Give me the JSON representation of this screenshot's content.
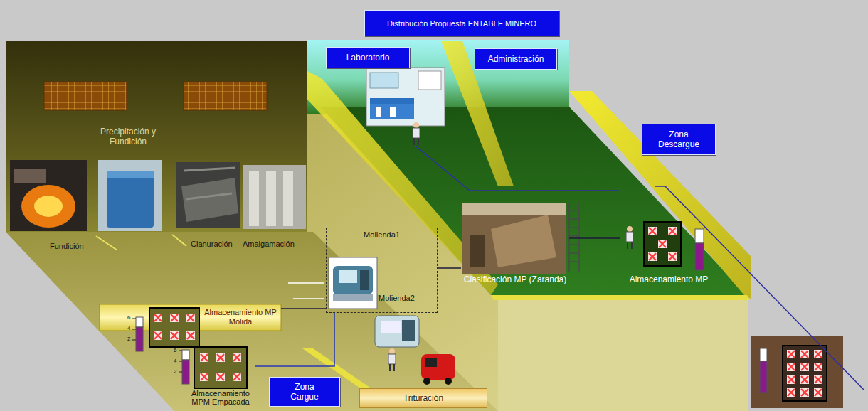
{
  "diagram": {
    "title": "Distribución Propuesta ENTABLE MINERO",
    "nodes": [
      {
        "text": [
          "Laboratorio"
        ]
      },
      {
        "text": [
          "Administración"
        ]
      },
      {
        "text": [
          "Zona Descargue"
        ]
      },
      {
        "text": [
          "Precipitación y Fundición"
        ]
      },
      {
        "text": [
          "Molienda1"
        ]
      },
      {
        "text": [
          "Clasificación MP (Zaranda)"
        ]
      },
      {
        "text": [
          "Almacenamiento MP"
        ]
      },
      {
        "text": [
          "Almacenamiento MP Molida"
        ]
      },
      {
        "text": [
          "Almacenamiento MPM Empacada"
        ]
      },
      {
        "text": [
          "Zona Cargue"
        ]
      },
      {
        "text": [
          "Trituración"
        ]
      }
    ],
    "edges": [
      {
        "from": 4,
        "to": 5,
        "arrow": "none"
      },
      {
        "from": 5,
        "to": 6,
        "arrow": "none"
      },
      {
        "from": 4,
        "to": 7,
        "arrow": "none"
      },
      {
        "from": 4,
        "to": 8,
        "arrow": "none"
      }
    ],
    "labels": [
      "Fundición",
      "Cianuración",
      "Amalgamación",
      "Molienda2",
      "6",
      "4",
      "2",
      "6",
      "4",
      "2"
    ]
  }
}
